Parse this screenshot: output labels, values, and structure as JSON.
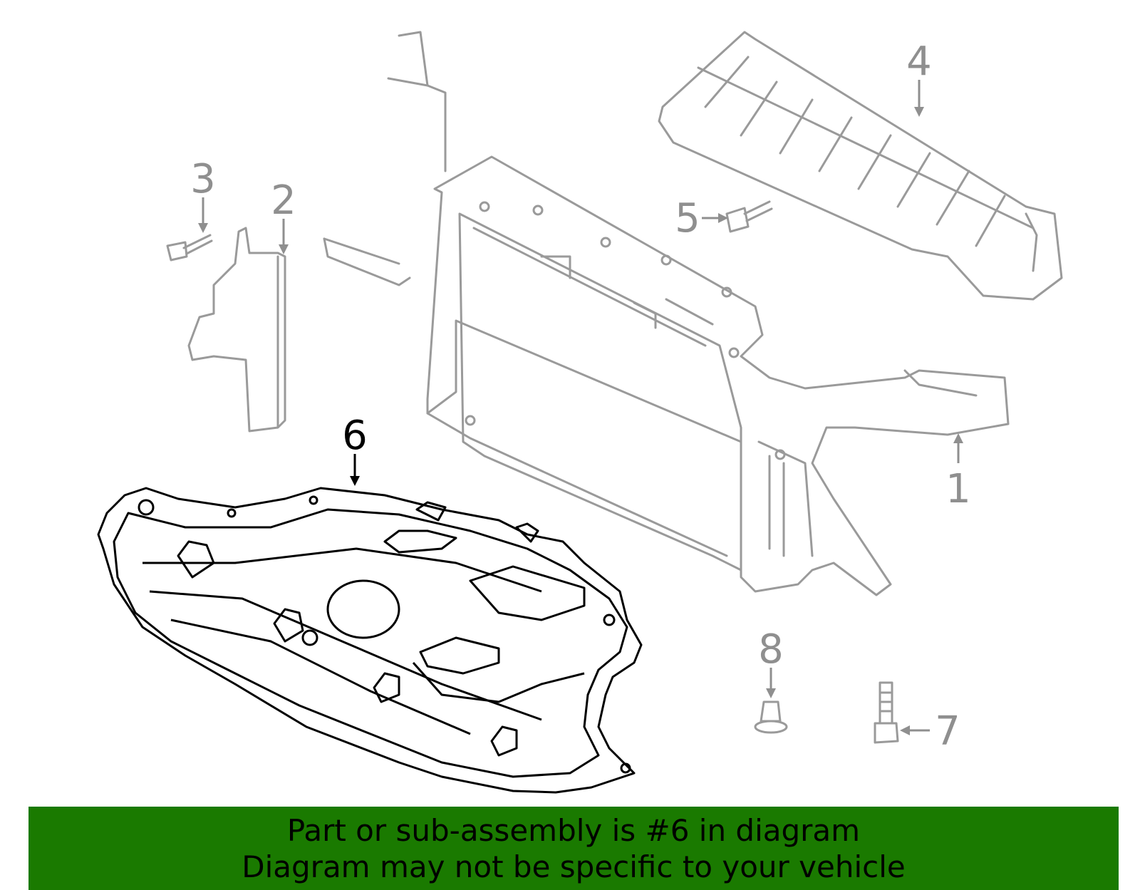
{
  "diagram": {
    "highlight_color": "#1a7a00",
    "part_line_color": "#9a9a9a",
    "highlighted_part": "6",
    "callouts": [
      "1",
      "2",
      "3",
      "4",
      "5",
      "6",
      "7",
      "8"
    ]
  },
  "caption": {
    "line1": "Part or sub-assembly is #6 in diagram",
    "line2": "Diagram may not be specific to your vehicle"
  }
}
